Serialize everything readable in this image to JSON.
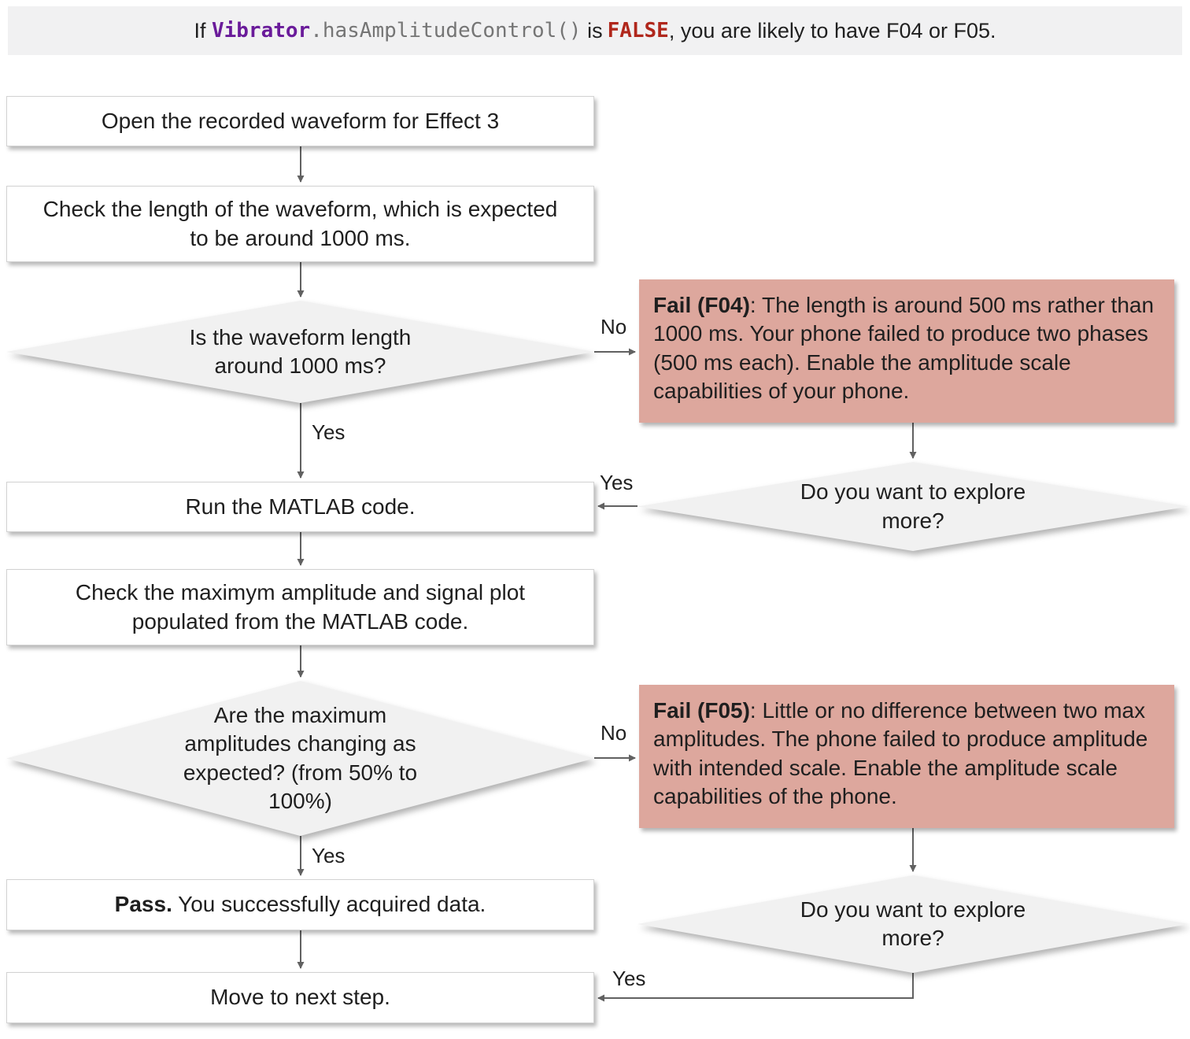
{
  "banner": {
    "seg_if": "If ",
    "seg_class": "Vibrator",
    "seg_method": ".hasAmplitudeControl()",
    "seg_is": " is",
    "seg_false": "FALSE",
    "seg_rest": ", you are likely to have F04 or F05."
  },
  "nodes": {
    "open_waveform": {
      "text": "Open the recorded waveform for Effect 3"
    },
    "check_length": {
      "text": "Check the length of the waveform, which is expected to be around 1000 ms."
    },
    "length_question": {
      "text": "Is the waveform length around 1000 ms?"
    },
    "fail_f04": {
      "title": "Fail (F04)",
      "text": ": The length is around 500 ms rather than 1000 ms. Your phone failed to produce two phases (500 ms each). Enable the amplitude scale capabilities of your phone."
    },
    "explore1": {
      "text": "Do you want to explore more?"
    },
    "run_matlab": {
      "text": "Run the MATLAB code."
    },
    "check_amplitude": {
      "text": "Check the maximym amplitude and signal plot populated from the MATLAB code."
    },
    "amplitude_question": {
      "text": "Are the maximum amplitudes changing as expected? (from 50% to 100%)"
    },
    "fail_f05": {
      "title": "Fail (F05)",
      "text": ": Little or no difference between two max amplitudes. The phone failed to produce amplitude with intended scale. Enable the amplitude scale capabilities of the phone."
    },
    "pass": {
      "title": "Pass.",
      "text": " You successfully acquired data."
    },
    "move_next": {
      "text": "Move to next step."
    },
    "explore2": {
      "text": "Do you want to explore more?"
    }
  },
  "edges": {
    "yes": "Yes",
    "no": "No"
  },
  "colors": {
    "fail_bg": "#dda79d",
    "banner_bg": "#f1f1f2",
    "diamond_bg": "#f1f1f1",
    "purple": "#6a1b9a",
    "red": "#b0271c",
    "mono_gray": "#757575",
    "arrow": "#616161"
  }
}
